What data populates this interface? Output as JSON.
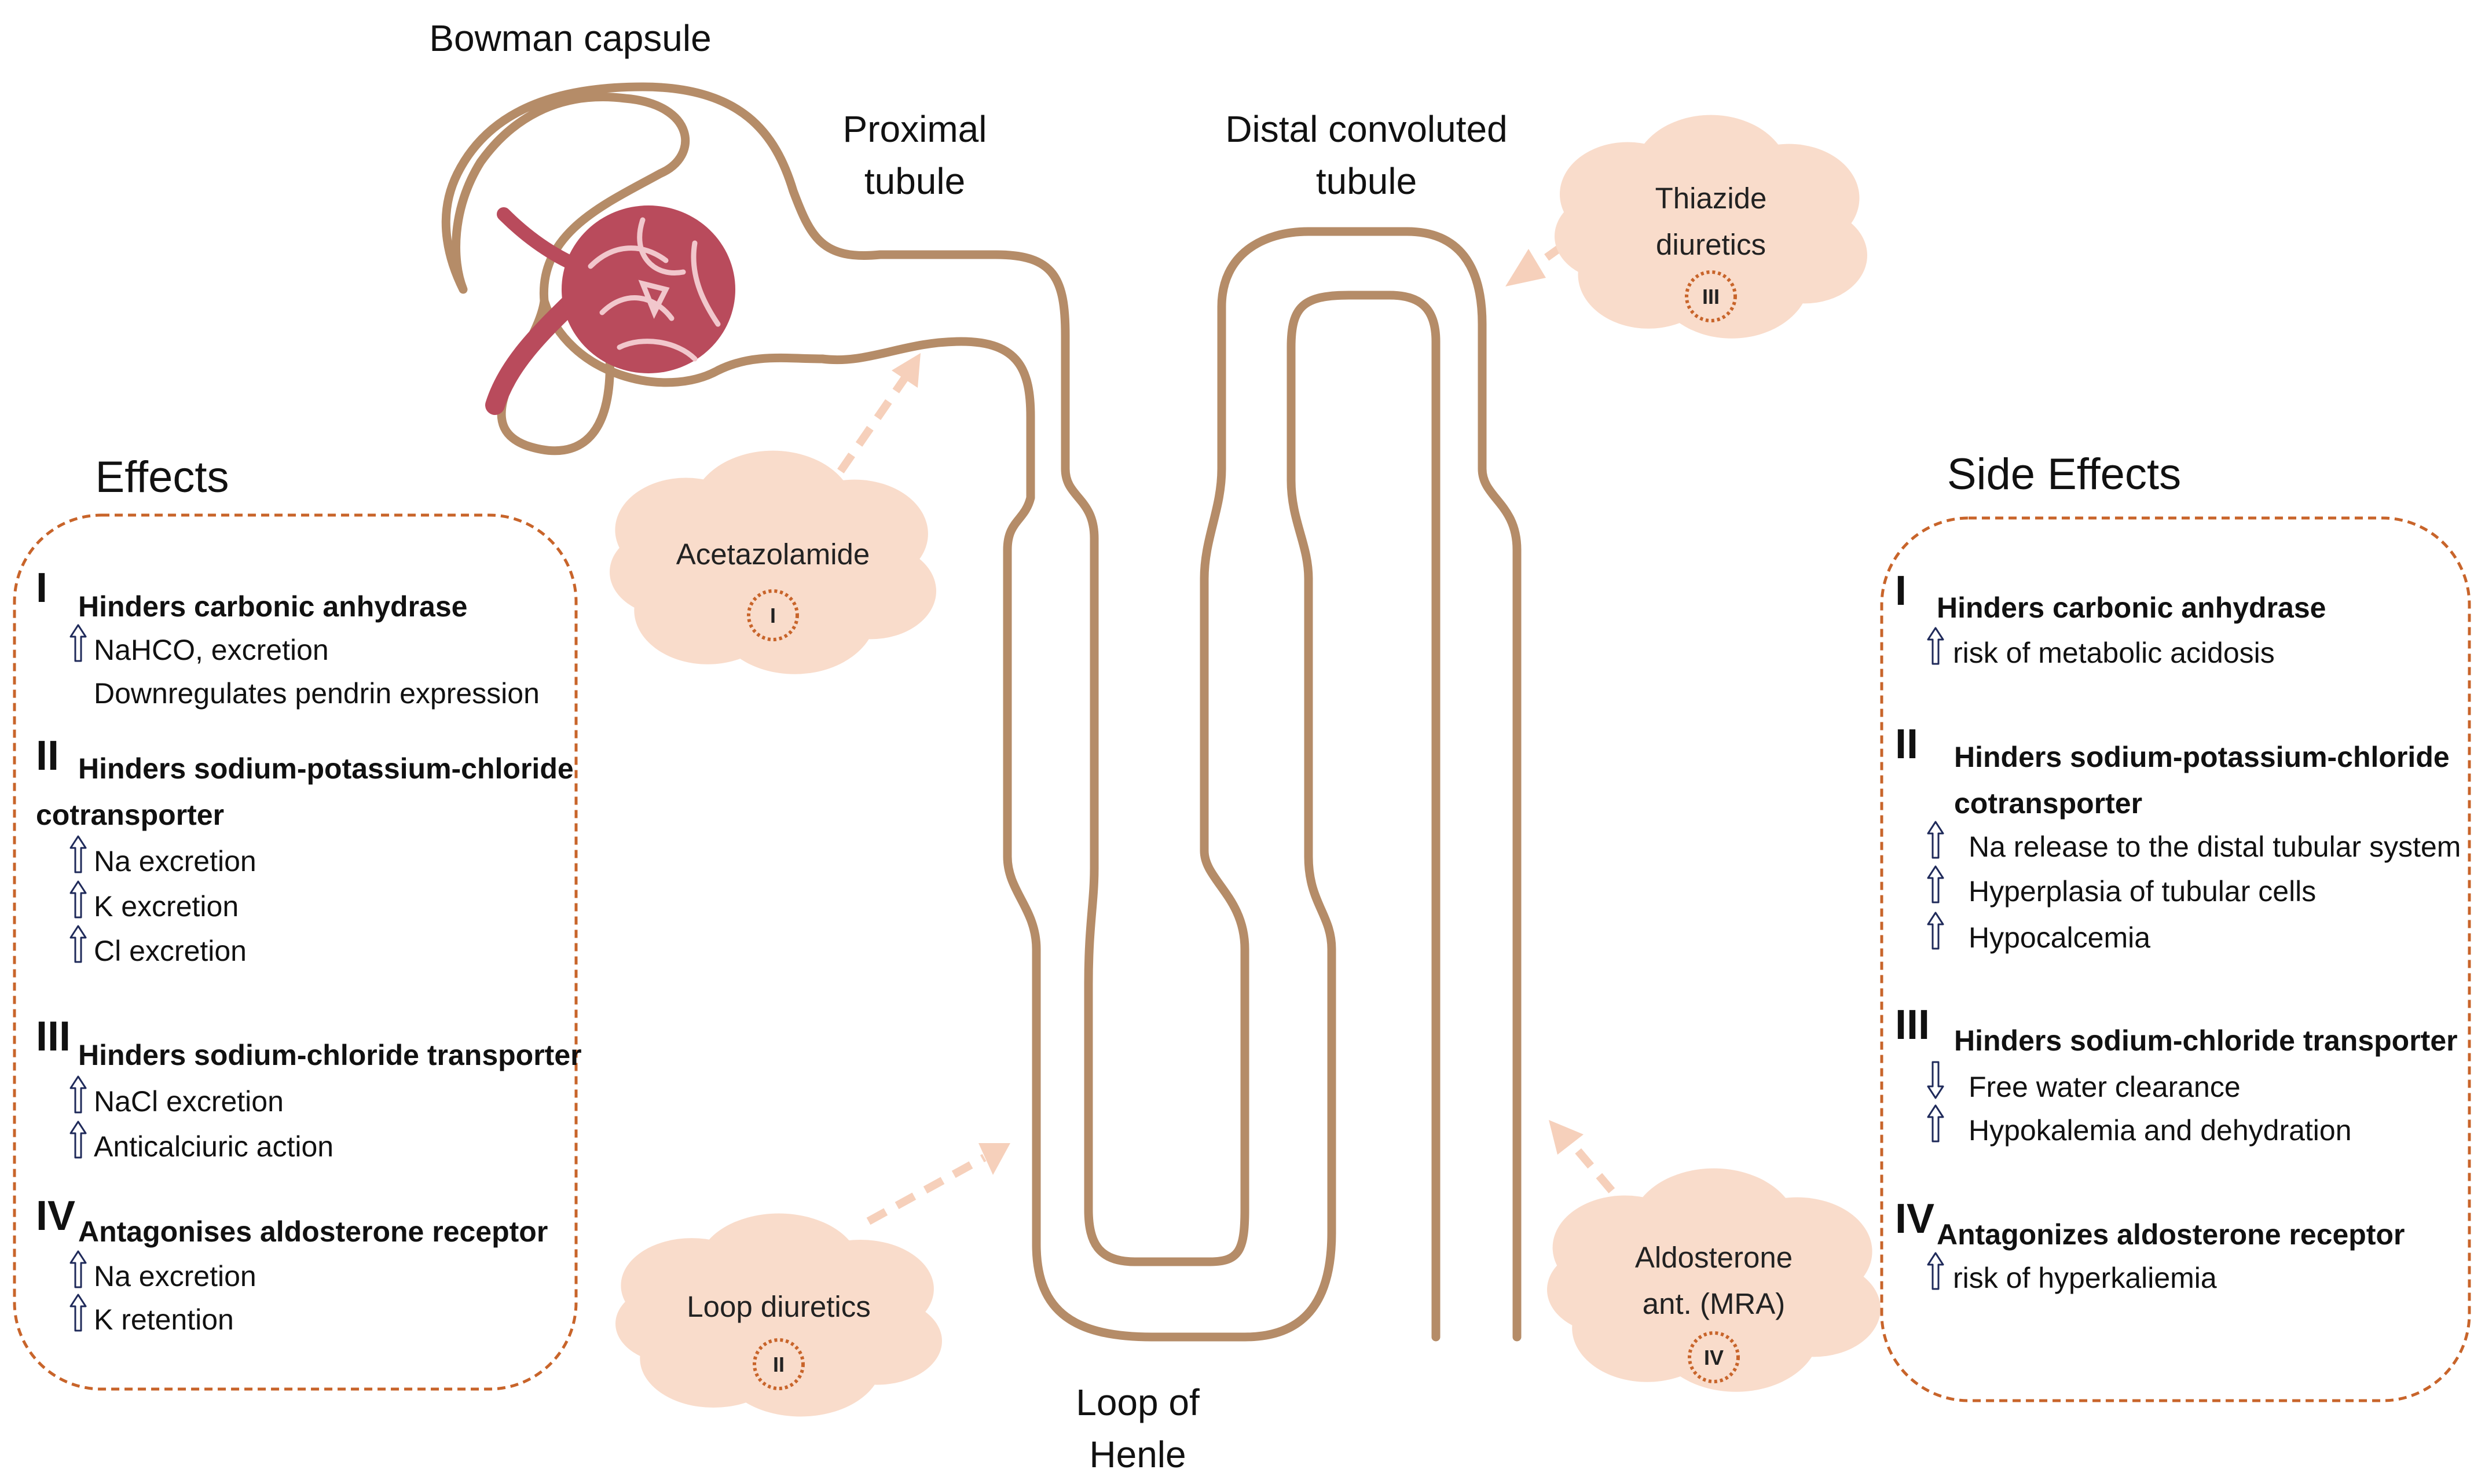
{
  "labels": {
    "bowman": "Bowman capsule",
    "proximal_1": "Proximal",
    "proximal_2": "tubule",
    "distal_1": "Distal convoluted",
    "distal_2": "tubule",
    "loop_1": "Loop of",
    "loop_2": "Henle"
  },
  "drugs": [
    {
      "lines": [
        "Acetazolamide"
      ],
      "roman": "I"
    },
    {
      "lines": [
        "Loop diuretics"
      ],
      "roman": "II"
    },
    {
      "lines": [
        "Thiazide",
        "diuretics"
      ],
      "roman": "III"
    },
    {
      "lines": [
        "Aldosterone",
        "ant. (MRA)"
      ],
      "roman": "IV"
    }
  ],
  "effects": {
    "title": "Effects",
    "groups": [
      {
        "roman": "I",
        "heading": [
          "Hinders carbonic anhydrase"
        ],
        "items": [
          {
            "arrow": "up",
            "text": "NaHCO, excretion"
          },
          {
            "arrow": "none",
            "text": "Downregulates pendrin expression"
          }
        ]
      },
      {
        "roman": "II",
        "heading": [
          "Hinders sodium-potassium-chloride",
          "cotransporter"
        ],
        "items": [
          {
            "arrow": "up",
            "text": "Na excretion"
          },
          {
            "arrow": "up",
            "text": "K excretion"
          },
          {
            "arrow": "up",
            "text": "Cl excretion"
          }
        ]
      },
      {
        "roman": "III",
        "heading": [
          "Hinders sodium-chloride transporter"
        ],
        "items": [
          {
            "arrow": "up",
            "text": "NaCl excretion"
          },
          {
            "arrow": "up",
            "text": "Anticalciuric action"
          }
        ]
      },
      {
        "roman": "IV",
        "heading": [
          "Antagonises aldosterone receptor"
        ],
        "items": [
          {
            "arrow": "up",
            "text": "Na excretion"
          },
          {
            "arrow": "up",
            "text": "K retention"
          }
        ]
      }
    ]
  },
  "side_effects": {
    "title": "Side Effects",
    "groups": [
      {
        "roman": "I",
        "heading": [
          "Hinders carbonic anhydrase"
        ],
        "items": [
          {
            "arrow": "up",
            "text": "risk of metabolic acidosis"
          }
        ]
      },
      {
        "roman": "II",
        "heading": [
          "Hinders sodium-potassium-chloride",
          "cotransporter"
        ],
        "items": [
          {
            "arrow": "up",
            "text": "Na release to the distal tubular system"
          },
          {
            "arrow": "up",
            "text": "Hyperplasia of tubular cells"
          },
          {
            "arrow": "up",
            "text": "Hypocalcemia"
          }
        ]
      },
      {
        "roman": "III",
        "heading": [
          "Hinders sodium-chloride transporter"
        ],
        "items": [
          {
            "arrow": "down",
            "text": "Free water clearance"
          },
          {
            "arrow": "up",
            "text": "Hypokalemia and dehydration"
          }
        ]
      },
      {
        "roman": "IV",
        "heading": [
          "Antagonizes aldosterone receptor"
        ],
        "items": [
          {
            "arrow": "up",
            "text": "risk of hyperkaliemia"
          }
        ]
      }
    ]
  },
  "colors": {
    "tubule": "#b58c68",
    "glomerulus": "#b94b5c",
    "cloud": "#f9dccb",
    "dashed_border": "#c8642a",
    "arrow_dash": "#f6d0bb"
  }
}
